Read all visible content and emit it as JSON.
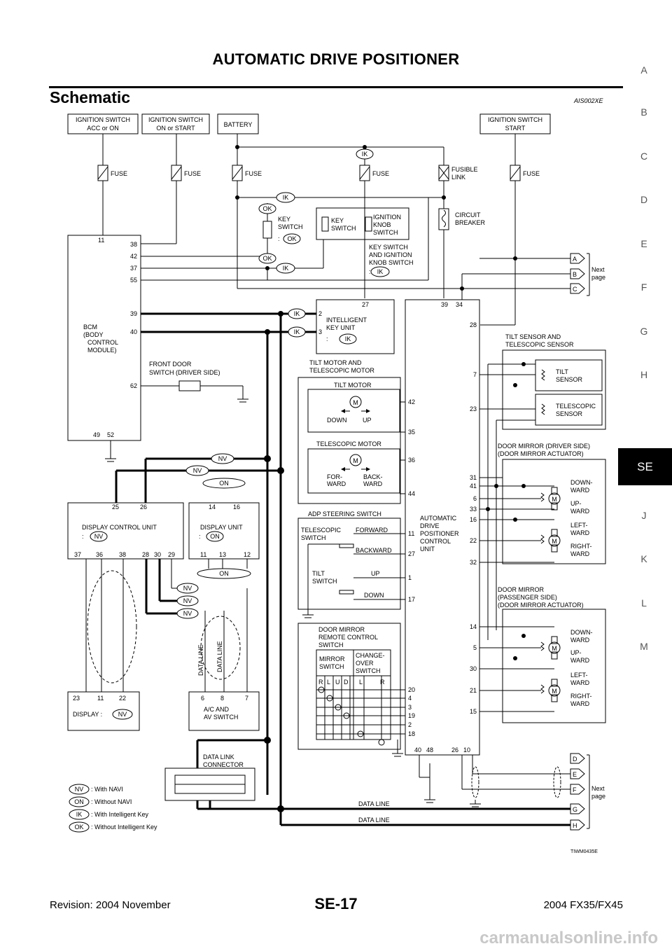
{
  "header": {
    "title": "AUTOMATIC DRIVE POSITIONER"
  },
  "section": {
    "title": "Schematic",
    "code": "AIS002XE"
  },
  "side_tabs": [
    "A",
    "B",
    "C",
    "D",
    "E",
    "F",
    "G",
    "H",
    "SE",
    "J",
    "K",
    "L",
    "M"
  ],
  "active_tab": "SE",
  "footer": {
    "revision": "Revision: 2004 November",
    "page": "SE-17",
    "model": "2004 FX35/FX45"
  },
  "watermark": "carmanualsonline.info",
  "figure_code": "TIWM0435E",
  "power": {
    "ign_acc_1": "IGNITION SWITCH",
    "ign_acc_2": "ACC or ON",
    "ign_on_1": "IGNITION SWITCH",
    "ign_on_2": "ON or START",
    "battery": "BATTERY",
    "ign_start_1": "IGNITION SWITCH",
    "ign_start_2": "START",
    "fuse": "FUSE",
    "fusible_1": "FUSIBLE",
    "fusible_2": "LINK",
    "breaker_1": "CIRCUIT",
    "breaker_2": "BREAKER"
  },
  "tags": {
    "ik": "IK",
    "ok": "OK",
    "nv": "NV",
    "on": "ON"
  },
  "key": {
    "ks_1": "KEY",
    "ks_2": "SWITCH",
    "colon": ":",
    "ks2_1": "KEY",
    "ks2_2": "SWITCH",
    "ign_knob_1": "IGNITION",
    "ign_knob_2": "KNOB",
    "ign_knob_3": "SWITCH",
    "ksk_1": "KEY SWITCH",
    "ksk_2": "AND IGNITION",
    "ksk_3": "KNOB SWITCH"
  },
  "bcm": {
    "l1": "BCM",
    "l2": "(BODY",
    "l3": "CONTROL",
    "l4": "MODULE)",
    "pins": [
      "11",
      "38",
      "42",
      "37",
      "55",
      "39",
      "40",
      "62",
      "49",
      "52"
    ]
  },
  "front_door_1": "FRONT DOOR",
  "front_door_2": "SWITCH (DRIVER SIDE)",
  "iku": {
    "l1": "INTELLIGENT",
    "l2": "KEY UNIT",
    "pins": [
      "27",
      "2",
      "3"
    ]
  },
  "tilt_motor": {
    "hdr1": "TILT MOTOR AND",
    "hdr2": "TELESCOPIC MOTOR",
    "tilt": "TILT MOTOR",
    "down": "DOWN",
    "up": "UP",
    "tele": "TELESCOPIC MOTOR",
    "fw1": "FOR-",
    "fw2": "WARD",
    "bw1": "BACK-",
    "bw2": "WARD",
    "m": "M"
  },
  "adp": {
    "hdr": "ADP STEERING SWITCH",
    "tele1": "TELESCOPIC",
    "tele2": "SWITCH",
    "fwd": "FORWARD",
    "bwd": "BACKWARD",
    "tilt1": "TILT",
    "tilt2": "SWITCH",
    "up": "UP",
    "down": "DOWN"
  },
  "adpu": {
    "l1": "AUTOMATIC",
    "l2": "DRIVE",
    "l3": "POSITIONER",
    "l4": "CONTROL",
    "l5": "UNIT",
    "top_pins": [
      "39",
      "34"
    ],
    "left_pins": [
      "42",
      "35",
      "36",
      "44",
      "11",
      "27",
      "1",
      "17",
      "20",
      "4",
      "3",
      "19",
      "2",
      "18"
    ],
    "right_pins": [
      "28",
      "7",
      "23",
      "31",
      "41",
      "6",
      "33",
      "16",
      "22",
      "32",
      "14",
      "5",
      "30",
      "21",
      "15"
    ],
    "bot_pins": [
      "40",
      "48",
      "26",
      "10"
    ]
  },
  "tilt_sensor": {
    "hdr1": "TILT SENSOR AND",
    "hdr2": "TELESCOPIC SENSOR",
    "t1": "TILT",
    "t2": "SENSOR",
    "te1": "TELESCOPIC",
    "te2": "SENSOR"
  },
  "mirror_drv": {
    "hdr1": "DOOR MIRROR (DRIVER SIDE)",
    "hdr2": "(DOOR MIRROR ACTUATOR)",
    "dn1": "DOWN-",
    "dn2": "WARD",
    "up1": "UP-",
    "up2": "WARD",
    "lf1": "LEFT-",
    "lf2": "WARD",
    "rt1": "RIGHT-",
    "rt2": "WARD"
  },
  "mirror_pas": {
    "hdr1": "DOOR MIRROR",
    "hdr2": "(PASSENGER SIDE)",
    "hdr3": "(DOOR MIRROR ACTUATOR)",
    "dn1": "DOWN-",
    "dn2": "WARD",
    "up1": "UP-",
    "up2": "WARD",
    "lf1": "LEFT-",
    "lf2": "WARD",
    "rt1": "RIGHT-",
    "rt2": "WARD"
  },
  "remote": {
    "hdr1": "DOOR MIRROR",
    "hdr2": "REMOTE CONTROL",
    "hdr3": "SWITCH",
    "ms1": "MIRROR",
    "ms2": "SWITCH",
    "co1": "CHANGE-",
    "co2": "OVER",
    "co3": "SWITCH",
    "cols": [
      "R",
      "L",
      "U",
      "D",
      "L",
      "R"
    ]
  },
  "dcu": {
    "l1": "DISPLAY CONTROL UNIT",
    "top_pins": [
      "25",
      "26"
    ],
    "bot_pins": [
      "37",
      "36",
      "38",
      "28",
      "30",
      "29"
    ]
  },
  "du": {
    "l1": "DISPLAY UNIT",
    "top_pins": [
      "14",
      "16"
    ],
    "bot_pins": [
      "11",
      "13",
      "12"
    ]
  },
  "display": {
    "label": "DISPLAY :",
    "pins": [
      "23",
      "11",
      "22"
    ]
  },
  "ac": {
    "l1": "A/C AND",
    "l2": "AV SWITCH",
    "pins": [
      "6",
      "8",
      "7"
    ]
  },
  "data_line": "DATA LINE",
  "dlc": {
    "l1": "DATA LINK",
    "l2": "CONNECTOR"
  },
  "next": {
    "l1": "Next",
    "l2": "page",
    "letters_top": [
      "A",
      "B",
      "C"
    ],
    "letters_bot": [
      "D",
      "E",
      "F",
      "G",
      "H"
    ]
  },
  "legend": [
    {
      "tag": "NV",
      "text": ": With NAVI"
    },
    {
      "tag": "ON",
      "text": ": Without NAVI"
    },
    {
      "tag": "IK",
      "text": ": With Intelligent Key"
    },
    {
      "tag": "OK",
      "text": ": Without Intelligent Key"
    }
  ]
}
